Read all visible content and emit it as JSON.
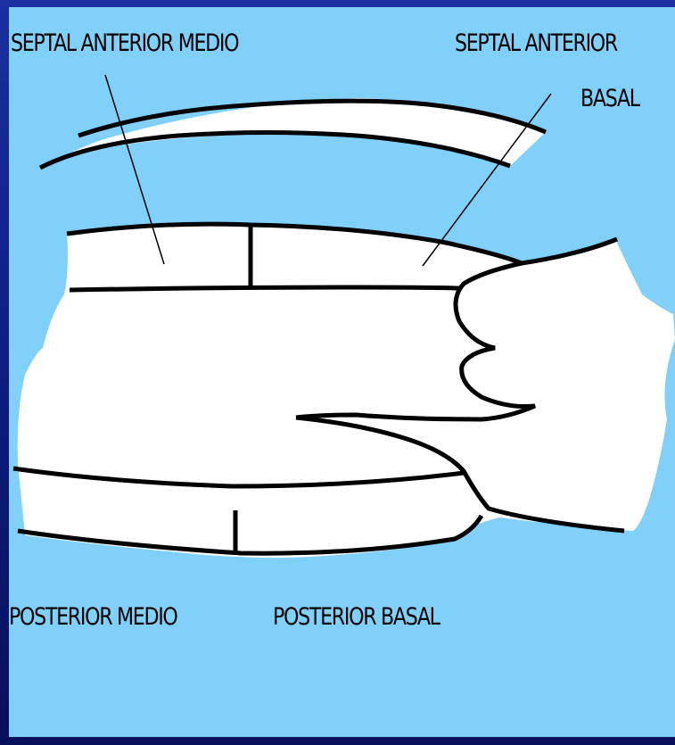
{
  "labels": {
    "septal_anterior_medio": "SEPTAL ANTERIOR MEDIO",
    "septal_anterior_basal_line1": "SEPTAL ANTERIOR",
    "septal_anterior_basal_line2": "BASAL",
    "posterior_medio": "POSTERIOR MEDIO",
    "posterior_basal": "POSTERIOR BASAL"
  },
  "colors": {
    "background": "#80d0fa",
    "frame": "#0a1a78",
    "shape_fill": "#ffffff",
    "outline": "#000000"
  }
}
